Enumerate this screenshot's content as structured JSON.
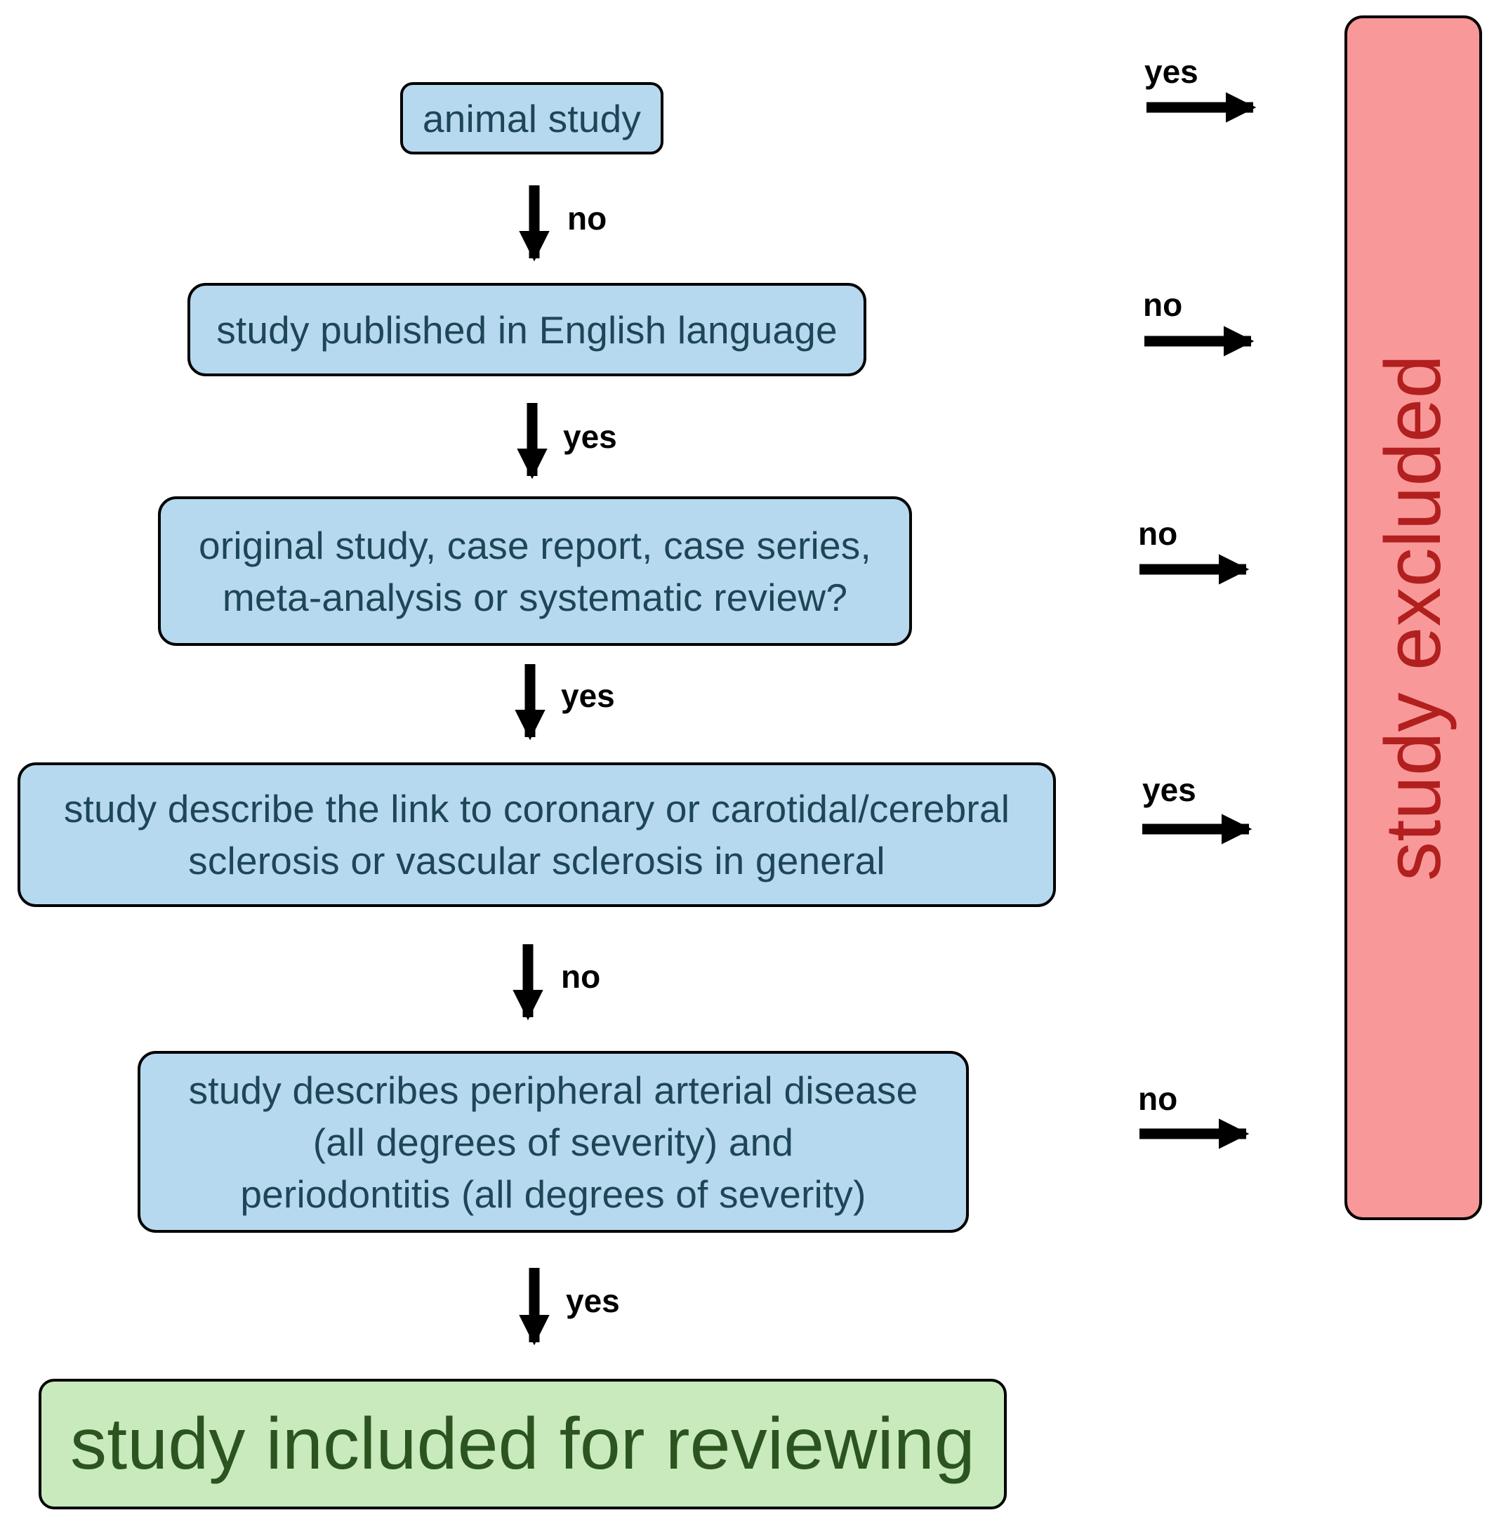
{
  "boxes": {
    "animal": "animal study",
    "english": "study published in English language",
    "original": {
      "line1": "original study, case report, case series,",
      "line2": "meta-analysis or systematic review?"
    },
    "link": {
      "line1": "study describe the link to coronary or carotidal/cerebral",
      "line2": "sclerosis or vascular sclerosis in general"
    },
    "pad": {
      "line1": "study describes peripheral arterial disease",
      "line2": "(all degrees of severity) and",
      "line3": "periodontitis (all degrees of severity)"
    },
    "included": "study included for reviewing",
    "excluded": "study excluded"
  },
  "down_labels": [
    "no",
    "yes",
    "yes",
    "no",
    "yes"
  ],
  "right_labels": [
    "yes",
    "no",
    "no",
    "yes",
    "no"
  ],
  "colors": {
    "decision_fill": "#b7d9ef",
    "decision_text": "#1d4657",
    "included_fill": "#c8eabc",
    "included_text": "#2b5420",
    "excluded_fill": "#f99898",
    "excluded_text": "#b11f1f",
    "arrow": "#000000"
  }
}
